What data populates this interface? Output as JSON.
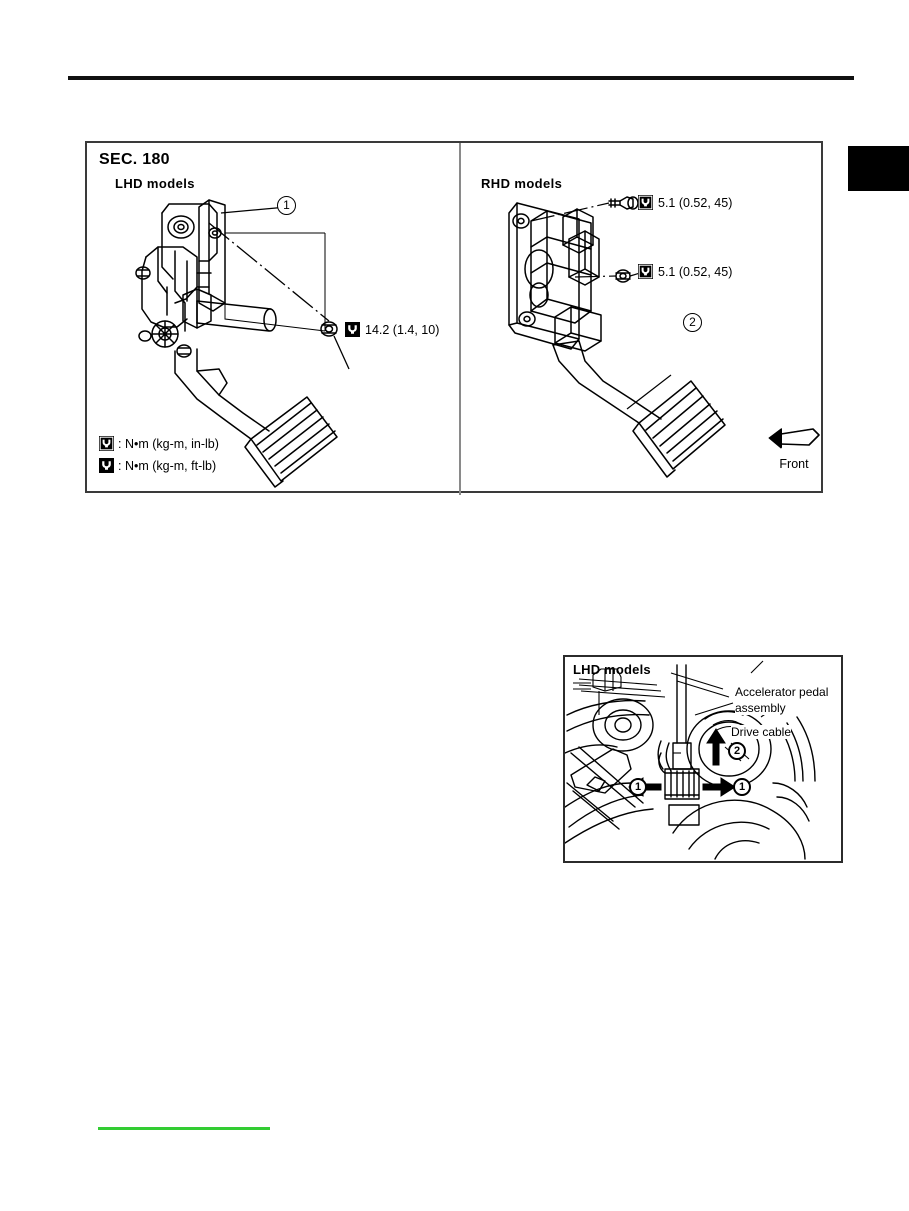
{
  "page": {
    "accent_green": "#33cc33",
    "rule_color": "#111111"
  },
  "figure": {
    "section_label": "SEC. 180",
    "panels": [
      {
        "name": "lhd",
        "title": "LHD models"
      },
      {
        "name": "rhd",
        "title": "RHD models"
      }
    ],
    "torque_callouts": [
      {
        "id": "torque-lhd-1",
        "icon": "torque-ftlb-icon",
        "value": "14.2 (1.4, 10)"
      },
      {
        "id": "torque-rhd-1",
        "icon": "torque-inlb-icon",
        "value": "5.1 (0.52, 45)"
      },
      {
        "id": "torque-rhd-2",
        "icon": "torque-inlb-icon",
        "value": "5.1 (0.52, 45)"
      }
    ],
    "legend": [
      {
        "icon": "torque-inlb-icon",
        "text": ": N•m (kg-m, in-lb)"
      },
      {
        "icon": "torque-ftlb-icon",
        "text": ": N•m (kg-m, ft-lb)"
      }
    ],
    "balloons": [
      {
        "id": "balloon-lhd-1",
        "label": "1"
      },
      {
        "id": "balloon-rhd-2",
        "label": "2"
      }
    ],
    "front_marker": {
      "icon": "front-arrow-icon",
      "label": "Front"
    }
  },
  "inset": {
    "title": "LHD models",
    "callouts": [
      {
        "id": "cal-accel-1",
        "text": "Accelerator pedal"
      },
      {
        "id": "cal-accel-2",
        "text": "assembly"
      },
      {
        "id": "cal-drive",
        "text": "Drive cable"
      }
    ],
    "balloons": [
      {
        "id": "inset-balloon-left",
        "label": "1"
      },
      {
        "id": "inset-balloon-right",
        "label": "1"
      },
      {
        "id": "inset-balloon-up",
        "label": "2"
      }
    ]
  }
}
